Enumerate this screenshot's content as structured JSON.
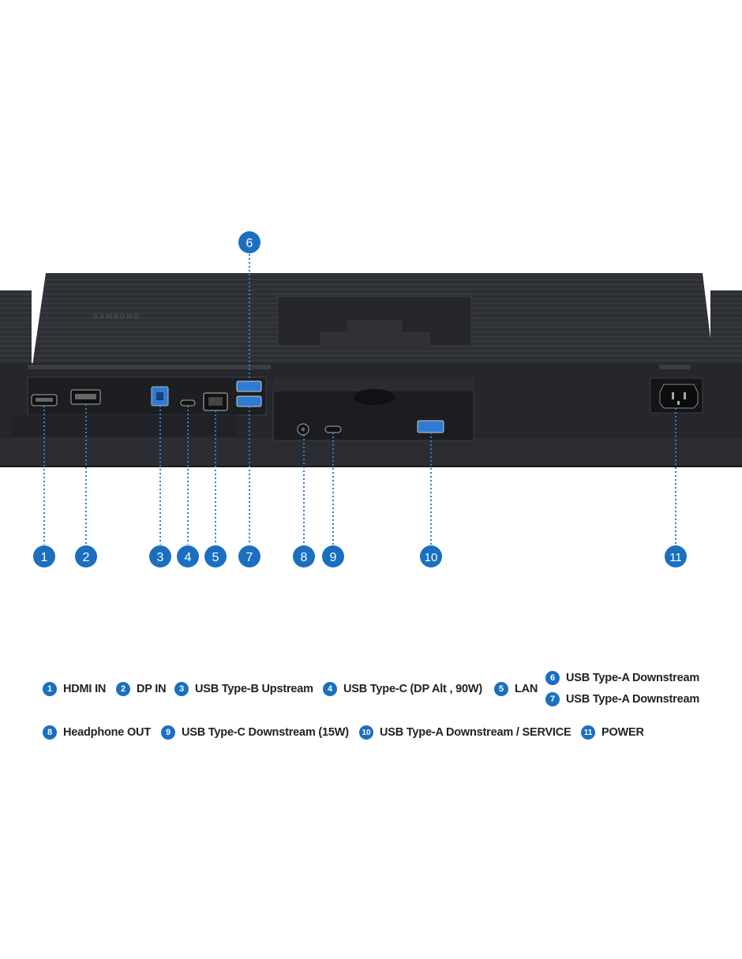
{
  "brand": "SAMSUNG",
  "colors": {
    "callout": "#1a6fc1",
    "body": "#2c2e33",
    "panel": "#1d1f23",
    "port_usb": "#2f7bd3"
  },
  "callouts": [
    {
      "num": "1",
      "label": "HDMI IN"
    },
    {
      "num": "2",
      "label": "DP IN"
    },
    {
      "num": "3",
      "label": "USB Type-B Upstream"
    },
    {
      "num": "4",
      "label": "USB Type-C (DP Alt , 90W)"
    },
    {
      "num": "5",
      "label": "LAN"
    },
    {
      "num": "6",
      "label": "USB Type-A Downstream"
    },
    {
      "num": "7",
      "label": "USB Type-A Downstream"
    },
    {
      "num": "8",
      "label": "Headphone OUT"
    },
    {
      "num": "9",
      "label": "USB Type-C Downstream (15W)"
    },
    {
      "num": "10",
      "label": "USB Type-A Downstream / SERVICE"
    },
    {
      "num": "11",
      "label": "POWER"
    }
  ]
}
